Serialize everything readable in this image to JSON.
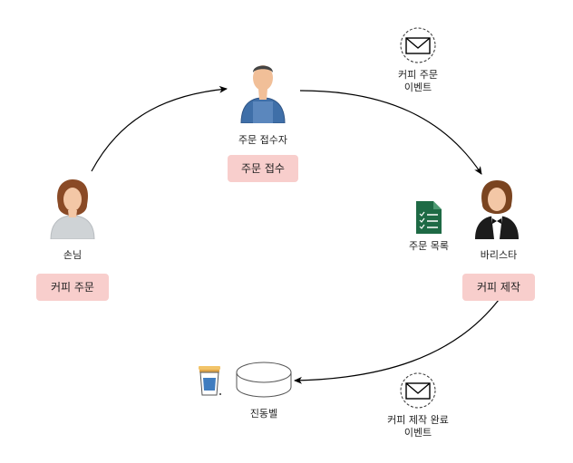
{
  "roles": {
    "customer": "손님",
    "receiver": "주문 접수자",
    "barista": "바리스타"
  },
  "actions": {
    "order_coffee": "커피 주문",
    "take_order": "주문 접수",
    "make_coffee": "커피 제작"
  },
  "events": {
    "coffee_order_line1": "커피 주문",
    "coffee_order_line2": "이벤트",
    "coffee_done_line1": "커피 제작 완료",
    "coffee_done_line2": "이벤트"
  },
  "objects": {
    "order_list": "주문 목록",
    "buzzer": "진동벨"
  },
  "colors": {
    "action_fill": "#f8cecc",
    "doc_green": "#1e6a45",
    "arrow": "#000000"
  }
}
